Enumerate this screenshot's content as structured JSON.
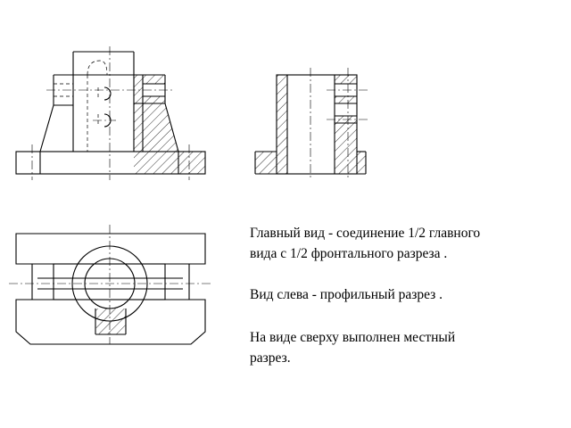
{
  "captions": [
    {
      "line1": "Главный вид - соединение 1/2 главного",
      "line2": "вида с 1/2 фронтального разреза ."
    },
    {
      "line1": "Вид слева - профильный разрез .",
      "line2": ""
    },
    {
      "line1": "На виде сверху выполнен местный",
      "line2": "разрез."
    }
  ]
}
